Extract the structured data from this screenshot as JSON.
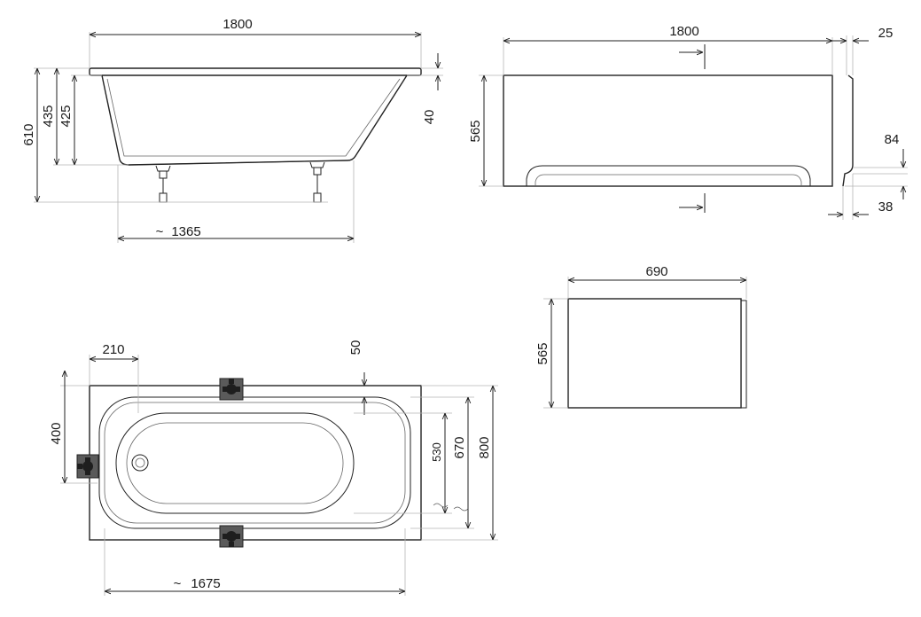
{
  "side_view": {
    "length": "1800",
    "height_total": "610",
    "height_435": "435",
    "height_425": "425",
    "rim": "40",
    "base_length": "1365",
    "approx": "~"
  },
  "front_panel": {
    "length": "1800",
    "depth": "25",
    "height": "565",
    "step": "84",
    "foot": "38"
  },
  "end_panel": {
    "width": "690",
    "height": "565"
  },
  "plan_view": {
    "offset": "210",
    "rim": "50",
    "outlet_offset": "400",
    "inner_width": "530",
    "mid_width": "670",
    "width": "800",
    "inner_length": "1675",
    "approx": "~"
  }
}
